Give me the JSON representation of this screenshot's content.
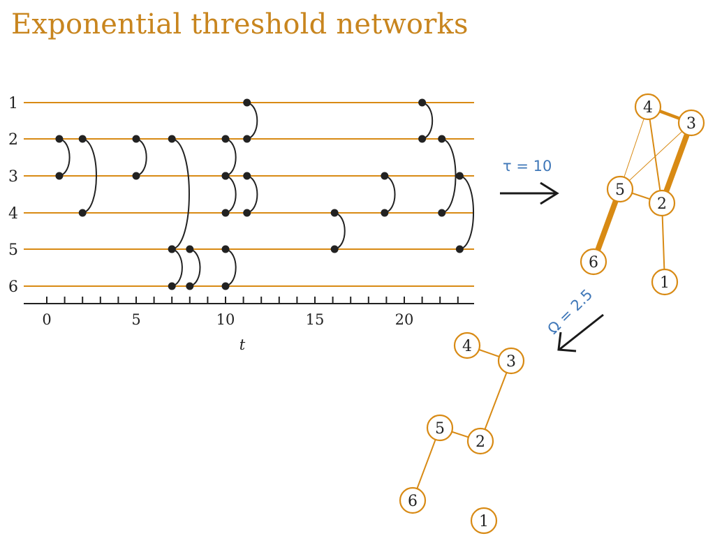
{
  "title": "Exponential threshold networks",
  "timeline": {
    "rows": [
      "1",
      "2",
      "3",
      "4",
      "5",
      "6"
    ],
    "axis_label": "t",
    "tick_labels": [
      "0",
      "5",
      "10",
      "15",
      "20"
    ],
    "tick_values": [
      0,
      5,
      10,
      15,
      20
    ],
    "minor_ticks": [
      0,
      1,
      2,
      3,
      4,
      5,
      6,
      7,
      8,
      9,
      10,
      11,
      12,
      13,
      14,
      15,
      16,
      17,
      18,
      19,
      20,
      21,
      22,
      23
    ],
    "contacts": [
      {
        "t": 0.7,
        "a": 2,
        "b": 3
      },
      {
        "t": 2.0,
        "a": 2,
        "b": 4
      },
      {
        "t": 5.0,
        "a": 2,
        "b": 3
      },
      {
        "t": 7.0,
        "a": 2,
        "b": 5
      },
      {
        "t": 7.0,
        "a": 5,
        "b": 6
      },
      {
        "t": 8.0,
        "a": 5,
        "b": 6
      },
      {
        "t": 10.0,
        "a": 2,
        "b": 3
      },
      {
        "t": 10.0,
        "a": 3,
        "b": 4
      },
      {
        "t": 10.0,
        "a": 5,
        "b": 6
      },
      {
        "t": 11.2,
        "a": 1,
        "b": 2
      },
      {
        "t": 11.2,
        "a": 3,
        "b": 4
      },
      {
        "t": 16.1,
        "a": 4,
        "b": 5
      },
      {
        "t": 18.9,
        "a": 3,
        "b": 4
      },
      {
        "t": 21.0,
        "a": 1,
        "b": 2
      },
      {
        "t": 22.1,
        "a": 2,
        "b": 4
      },
      {
        "t": 23.1,
        "a": 3,
        "b": 5
      }
    ]
  },
  "arrow1_label": "τ = 10",
  "arrow2_label": "Ω = 2.5",
  "graph1": {
    "nodes": [
      "1",
      "2",
      "3",
      "4",
      "5",
      "6"
    ],
    "edges": [
      {
        "a": "3",
        "b": "2",
        "weight": "heavy"
      },
      {
        "a": "5",
        "b": "6",
        "weight": "heavy"
      },
      {
        "a": "4",
        "b": "3",
        "weight": "medium"
      },
      {
        "a": "5",
        "b": "2",
        "weight": "normal"
      },
      {
        "a": "2",
        "b": "1",
        "weight": "normal"
      },
      {
        "a": "4",
        "b": "2",
        "weight": "normal"
      },
      {
        "a": "4",
        "b": "5",
        "weight": "thin"
      },
      {
        "a": "5",
        "b": "3",
        "weight": "thin"
      }
    ]
  },
  "graph2": {
    "nodes": [
      "1",
      "2",
      "3",
      "4",
      "5",
      "6"
    ],
    "edges": [
      {
        "a": "4",
        "b": "3"
      },
      {
        "a": "3",
        "b": "2"
      },
      {
        "a": "5",
        "b": "2"
      },
      {
        "a": "5",
        "b": "6"
      }
    ]
  },
  "colors": {
    "title": "#c8851e",
    "line": "#d88a14",
    "node_stroke": "#d88a14",
    "contact": "#222222",
    "param": "#3f77b8",
    "arrow": "#1a1a1a"
  }
}
